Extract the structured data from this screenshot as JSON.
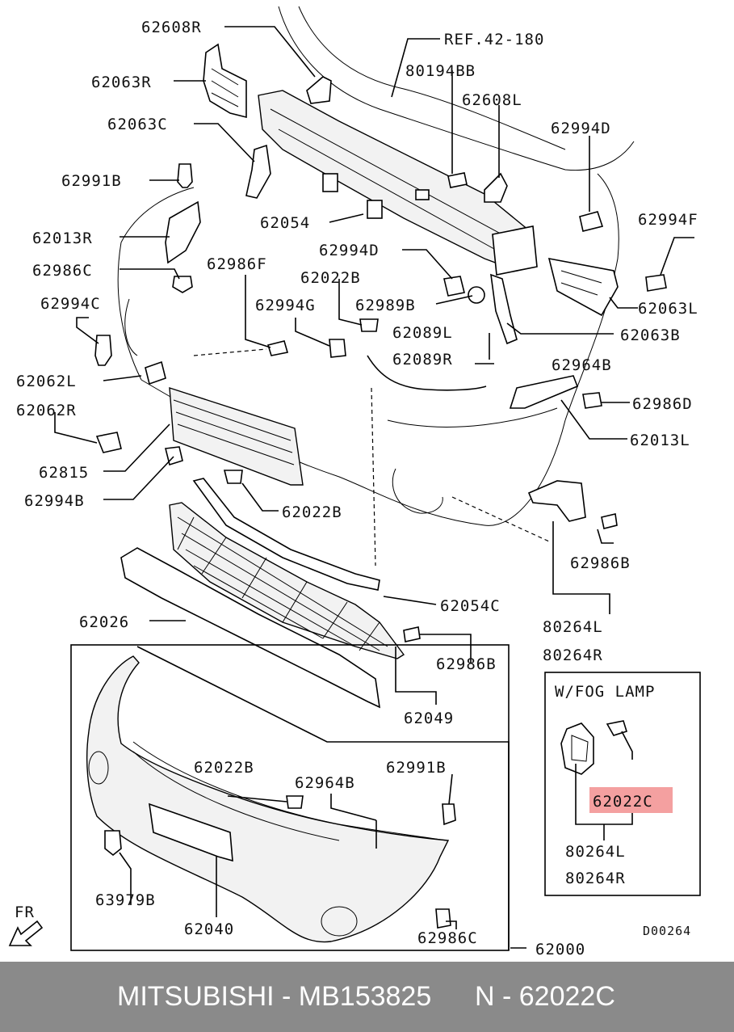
{
  "labels": {
    "l62608R": "62608R",
    "lREF": "REF.42-180",
    "l80194BB": "80194BB",
    "l62063R": "62063R",
    "l62608L": "62608L",
    "l62063C": "62063C",
    "l62994D_a": "62994D",
    "l62991B_a": "62991B",
    "l62054": "62054",
    "l62994F": "62994F",
    "l62013R": "62013R",
    "l62994D_b": "62994D",
    "l62986C_a": "62986C",
    "l62986F": "62986F",
    "l62022B_a": "62022B",
    "l62063L": "62063L",
    "l62994C": "62994C",
    "l62994G": "62994G",
    "l62989B": "62989B",
    "l62063B": "62063B",
    "l62089L": "62089L",
    "l62089R": "62089R",
    "l62964B_a": "62964B",
    "l62062L": "62062L",
    "l62986D": "62986D",
    "l62062R": "62062R",
    "l62013L": "62013L",
    "l62815": "62815",
    "l62994B": "62994B",
    "l62022B_b": "62022B",
    "l62986B_a": "62986B",
    "l62054C": "62054C",
    "l80264L_a": "80264L",
    "l62026": "62026",
    "l80264R_a": "80264R",
    "l62986B_b": "62986B",
    "l62049": "62049",
    "lWFOG": "W/FOG LAMP",
    "l62022B_c": "62022B",
    "l62964B_b": "62964B",
    "l62991B_b": "62991B",
    "l62022C": "62022C",
    "l80264L_b": "80264L",
    "l80264R_b": "80264R",
    "l63979B": "63979B",
    "l62040": "62040",
    "l62000": "62000",
    "l62986C_b": "62986C",
    "lFR": "FR",
    "lD00264": "D00264"
  },
  "highlight_color": "#f4a0a0",
  "footer": {
    "brand_part": "MITSUBISHI - MB153825",
    "ref": "N - 62022C"
  }
}
